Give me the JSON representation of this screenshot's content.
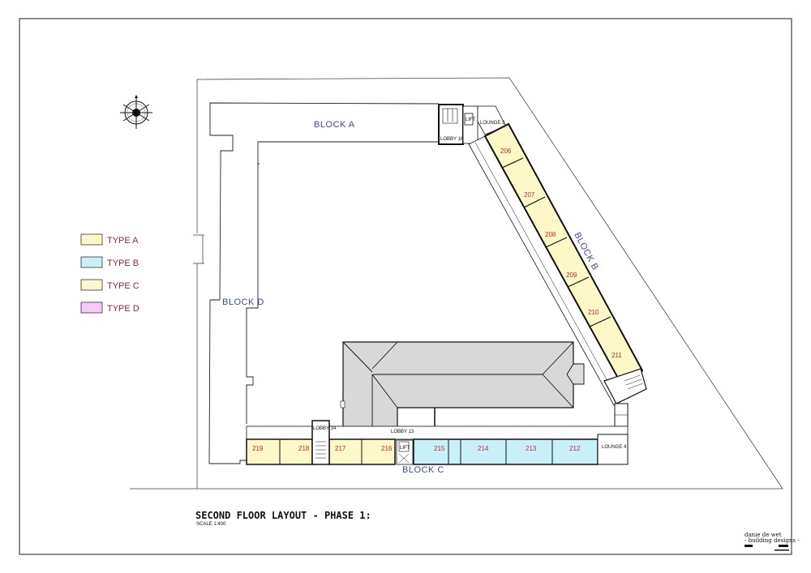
{
  "drawing": {
    "title": "SECOND FLOOR LAYOUT - PHASE 1:",
    "scale_note": "SCALE 1:400",
    "firm_name": "danie de wet",
    "firm_tagline": "- building designs -"
  },
  "legend": [
    {
      "label": "TYPE A",
      "color": "#fdf8c8"
    },
    {
      "label": "TYPE B",
      "color": "#c8f0f8"
    },
    {
      "label": "TYPE C",
      "color": "#f8f8d2"
    },
    {
      "label": "TYPE D",
      "color": "#f8c8f8"
    }
  ],
  "blocks": {
    "a": "BLOCK A",
    "b": "BLOCK B",
    "c": "BLOCK C",
    "d": "BLOCK D"
  },
  "spaces": {
    "lobby_16": "LOBBY 16",
    "lobby_14": "LOBBY 14",
    "lobby_13": "LOBBY 13",
    "lounge_3": "LOUNGE 3",
    "lounge_4": "LOUNGE 4",
    "lift_north": "LIFT",
    "lift_south": "LIFT"
  },
  "units_block_b": [
    "206",
    "207",
    "208",
    "209",
    "210",
    "211"
  ],
  "units_block_c": [
    "219",
    "218",
    "217",
    "216",
    "215",
    "214",
    "213",
    "212"
  ],
  "colors": {
    "type_a_fill": "#fdf8c8",
    "type_b_fill": "#c8f0f8",
    "roof_fill": "#d8d8d8",
    "block_label": "#3a4d8a",
    "unit_label": "#c0282a"
  }
}
